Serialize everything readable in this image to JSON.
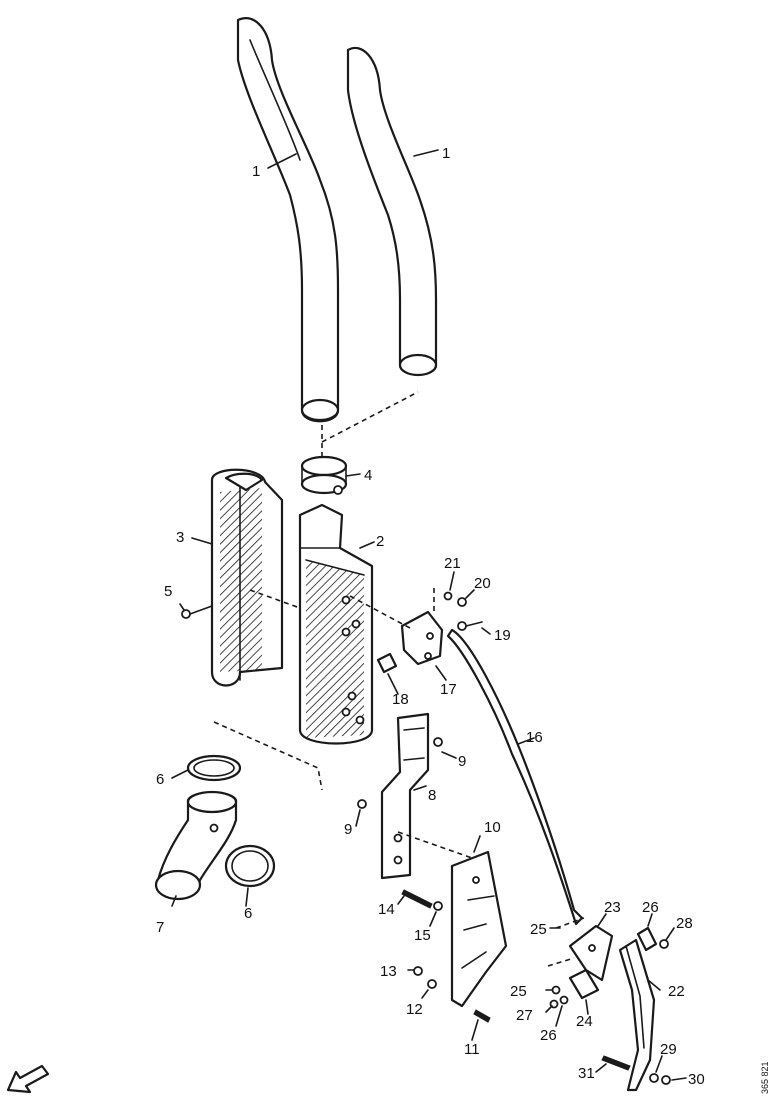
{
  "figure": {
    "code": "365 821",
    "callouts": {
      "c1a": "1",
      "c1b": "1",
      "c2": "2",
      "c3": "3",
      "c4": "4",
      "c5": "5",
      "c6a": "6",
      "c6b": "6",
      "c7": "7",
      "c8": "8",
      "c9a": "9",
      "c9b": "9",
      "c10": "10",
      "c11": "11",
      "c12": "12",
      "c13": "13",
      "c14": "14",
      "c15": "15",
      "c16": "16",
      "c17": "17",
      "c18": "18",
      "c19": "19",
      "c20": "20",
      "c21": "21",
      "c22": "22",
      "c23": "23",
      "c24": "24",
      "c25a": "25",
      "c25b": "25",
      "c26a": "26",
      "c26b": "26",
      "c27": "27",
      "c28": "28",
      "c29": "29",
      "c30": "30",
      "c31": "31"
    }
  },
  "colors": {
    "line": "#1a1a1a",
    "background": "#ffffff"
  },
  "icons": {
    "orientation": "front-arrow-icon"
  }
}
